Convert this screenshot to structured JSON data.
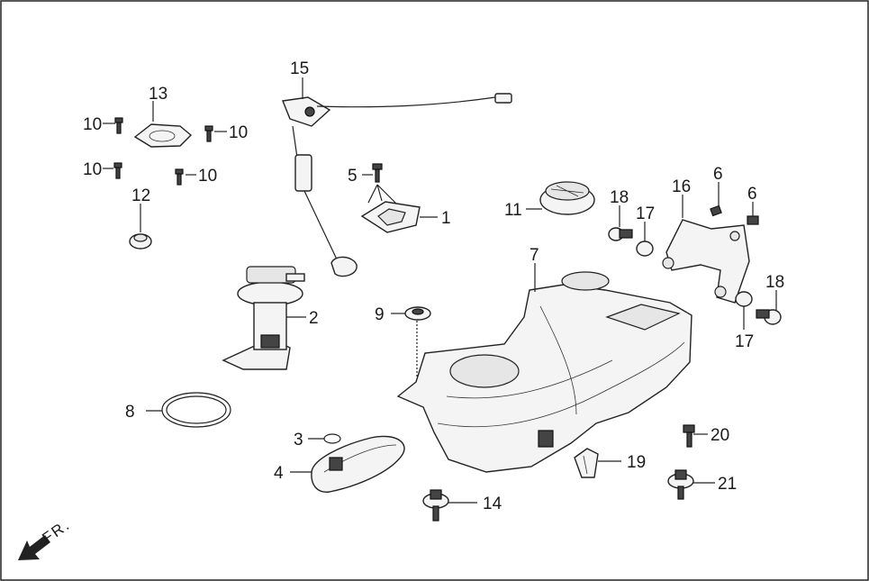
{
  "diagram": {
    "direction_marker": "FR.",
    "callouts": {
      "c1": "1",
      "c2": "2",
      "c3": "3",
      "c4": "4",
      "c5": "5",
      "c6a": "6",
      "c6b": "6",
      "c7": "7",
      "c8": "8",
      "c9": "9",
      "c10a": "10",
      "c10b": "10",
      "c10c": "10",
      "c10d": "10",
      "c11": "11",
      "c12": "12",
      "c13": "13",
      "c14": "14",
      "c15": "15",
      "c16": "16",
      "c17a": "17",
      "c17b": "17",
      "c18a": "18",
      "c18b": "18",
      "c19": "19",
      "c20": "20",
      "c21": "21"
    },
    "colors": {
      "line": "#222222",
      "background": "#ffffff",
      "part_fill": "#f4f4f4"
    }
  }
}
